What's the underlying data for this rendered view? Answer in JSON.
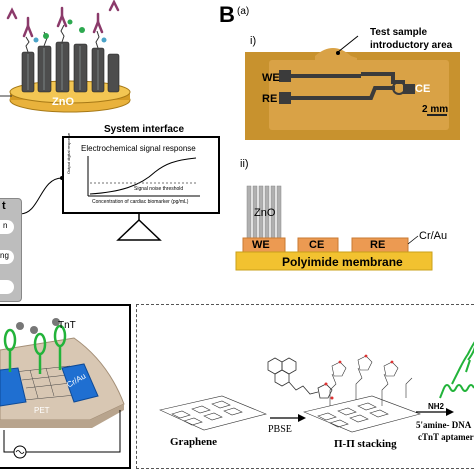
{
  "panel_b": {
    "letter": "B",
    "sublabel": "(a)",
    "part_i": "i)",
    "part_ii": "ii)",
    "callout_test_area_line1": "Test sample",
    "callout_test_area_line2": "introductory area",
    "electrode_we": "WE",
    "electrode_re": "RE",
    "electrode_ce": "CE",
    "scale_bar": "2 mm",
    "stack_zno": "ZnO",
    "stack_we": "WE",
    "stack_ce": "CE",
    "stack_re": "RE",
    "stack_cr_au": "Cr/Au",
    "membrane_label": "Polyimide membrane"
  },
  "panel_a": {
    "zno_label": "ZnO",
    "system_interface_title": "System interface",
    "monitor_title": "Electrochemical signal response",
    "monitor_ylabel": "Output digital response",
    "monitor_threshold": "Signal noise threshold",
    "monitor_xlabel": "Concentration of cardiac biomarker (pg/mL)",
    "side_panel_title": "t",
    "side_button_1": "n",
    "side_button_2": "ng"
  },
  "panel_c": {
    "tnt_label": "TnT",
    "crau_label": "Cr/Au",
    "pet_label": "PET"
  },
  "panel_d": {
    "graphene_label": "Graphene",
    "pbse_label": "PBSE",
    "stacking_label": "Π-Π stacking",
    "nh2_label": "NH2",
    "aptamer_line1": "5'amine- DNA",
    "aptamer_line2": "cTnT aptamer"
  },
  "colors": {
    "chip_substrate": "#c8922e",
    "chip_gold": "#e4a64a",
    "electrode_dark": "#3b3b3b",
    "zno_rod": "#4d4d4d",
    "blue_electrode": "#1f6fd1",
    "aptamer_green": "#22b33a",
    "membrane": "#f2c230"
  }
}
